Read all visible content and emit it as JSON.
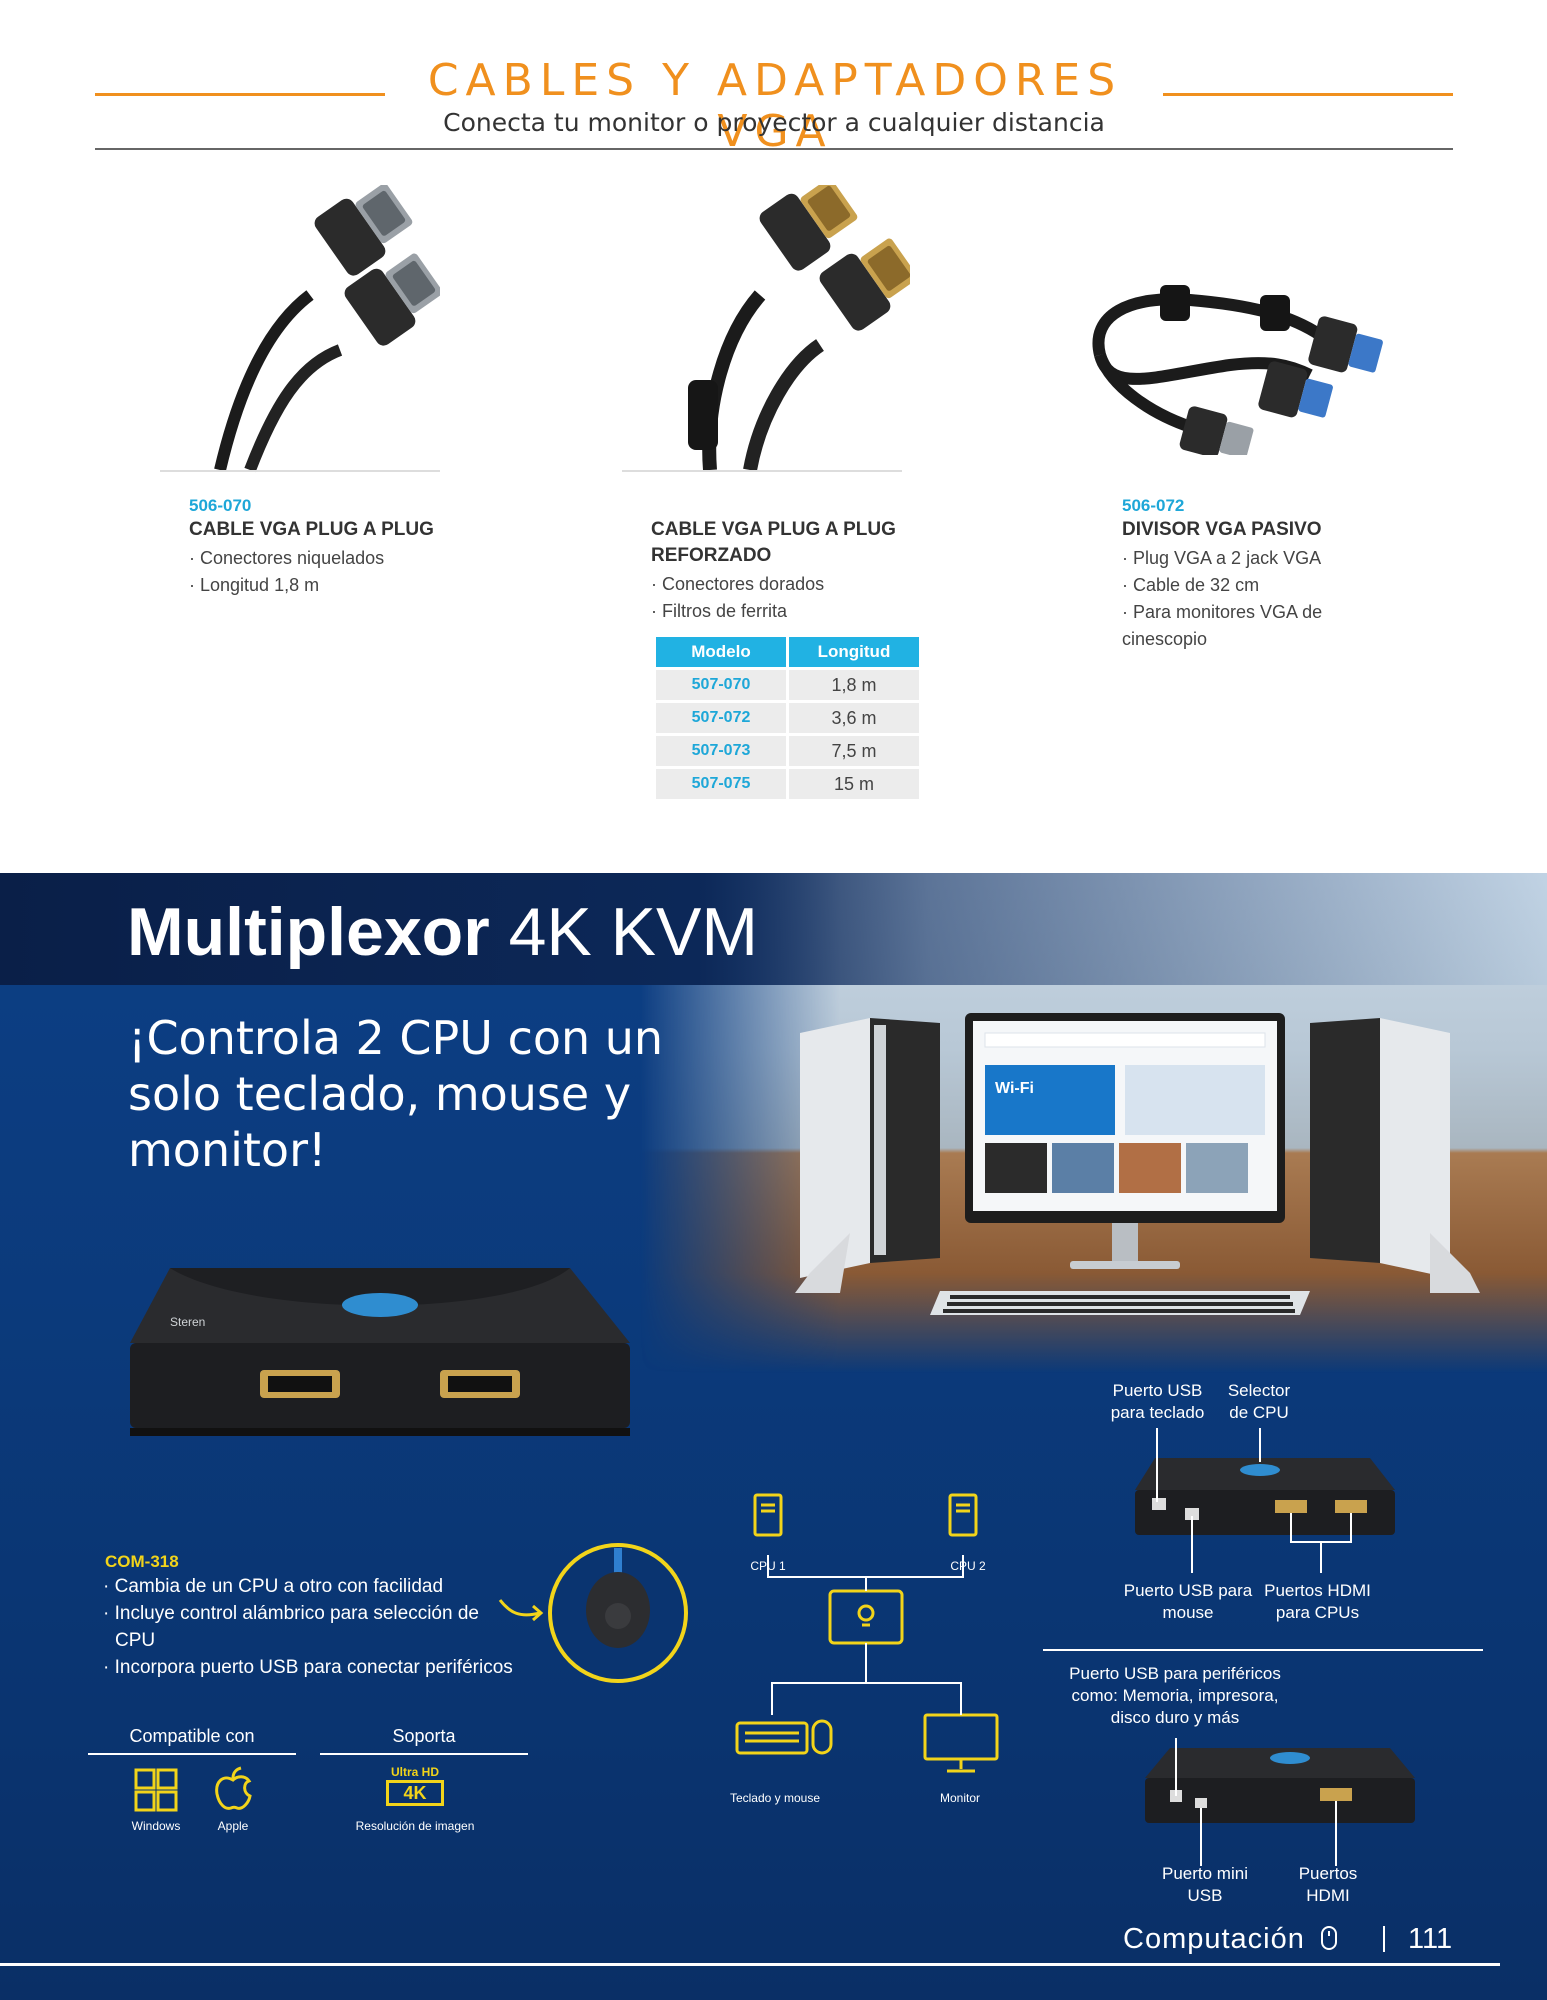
{
  "header": {
    "title": "CABLES Y ADAPTADORES VGA",
    "subtitle": "Conecta tu monitor o proyector a cualquier distancia"
  },
  "products": [
    {
      "code": "506-070",
      "name": "CABLE VGA PLUG A PLUG",
      "features": [
        "Conectores niquelados",
        "Longitud 1,8 m"
      ]
    },
    {
      "code": "",
      "name_line1": "CABLE VGA PLUG A PLUG",
      "name_line2": "REFORZADO",
      "features": [
        "Conectores dorados",
        "Filtros de ferrita"
      ],
      "table": {
        "headers": [
          "Modelo",
          "Longitud"
        ],
        "rows": [
          [
            "507-070",
            "1,8 m"
          ],
          [
            "507-072",
            "3,6 m"
          ],
          [
            "507-073",
            "7,5 m"
          ],
          [
            "507-075",
            "15 m"
          ]
        ]
      }
    },
    {
      "code": "506-072",
      "name": "DIVISOR VGA PASIVO",
      "features": [
        "Plug VGA a 2 jack VGA",
        "Cable de 32 cm",
        "Para monitores VGA de cinescopio"
      ]
    }
  ],
  "banner": {
    "title_bold": "Multiplexor",
    "title_thin": "4K KVM",
    "tagline": "¡Controla 2 CPU con un solo teclado, mouse y monitor!",
    "device_brand": "Steren",
    "code": "COM-318",
    "features": [
      "Cambia de un CPU a otro con facilidad",
      "Incluye control alámbrico para selección de CPU",
      "Incorpora puerto USB para conectar periféricos"
    ],
    "compatible_label": "Compatible con",
    "compatible": [
      "Windows",
      "Apple"
    ],
    "support_label": "Soporta",
    "support_badge_top": "Ultra HD",
    "support_badge": "4K",
    "support_caption": "Resolución de imagen",
    "diagram": {
      "cpu1": "CPU 1",
      "cpu2": "CPU 2",
      "keyboard": "Teclado y mouse",
      "monitor": "Monitor"
    },
    "ports_top": {
      "usb_keyboard": "Puerto USB para teclado",
      "cpu_selector": "Selector de CPU",
      "usb_mouse": "Puerto USB para mouse",
      "hdmi_cpus": "Puertos HDMI para CPUs"
    },
    "ports_bottom": {
      "usb_peripherals": "Puerto USB para periféricos como: Memoria, impresora, disco duro y más",
      "mini_usb": "Puerto mini USB",
      "hdmi": "Puertos HDMI"
    },
    "screen_wifi": "Wi-Fi"
  },
  "footer": {
    "section": "Computación",
    "page": "111"
  },
  "colors": {
    "accent_orange": "#f0901e",
    "accent_cyan": "#1ea7d8",
    "banner_blue": "#0b3a7b",
    "highlight_yellow": "#f2d41a"
  }
}
